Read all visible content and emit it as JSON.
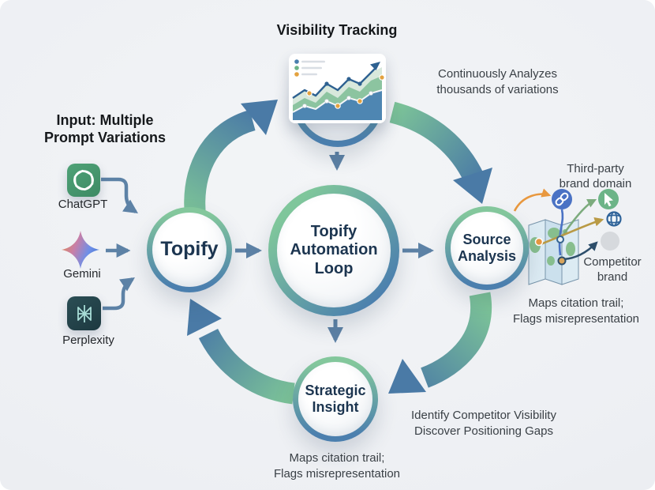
{
  "diagram_title_area": {
    "visibility_title": "Visibility Tracking",
    "visibility_note1": "Continuously Analyzes",
    "visibility_note2": "thousands of variations"
  },
  "input": {
    "title1": "Input: Multiple",
    "title2": "Prompt Variations",
    "sources": [
      {
        "name": "ChatGPT"
      },
      {
        "name": "Gemini"
      },
      {
        "name": "Perplexity"
      }
    ]
  },
  "nodes": {
    "topify": {
      "label": "Topify"
    },
    "loop": {
      "l1": "Topify",
      "l2": "Automation",
      "l3": "Loop"
    },
    "source": {
      "l1": "Source",
      "l2": "Analysis"
    },
    "strategic": {
      "l1": "Strategic",
      "l2": "Insight"
    }
  },
  "map_area": {
    "third_party1": "Third-party",
    "third_party2": "brand domain",
    "competitor1": "Competitor",
    "competitor2": "brand",
    "note1": "Maps citation trail;",
    "note2": "Flags misrepresentation"
  },
  "strategic_area": {
    "note1": "Identify Competitor Visibility",
    "note2": "Discover Positioning Gaps",
    "bottom_note1": "Maps citation trail;",
    "bottom_note2": "Flags misrepresentation"
  },
  "icons": {
    "visibility": "line-chart-card-icon",
    "chatgpt": "chatgpt-logo-icon",
    "gemini": "gemini-star-icon",
    "perplexity": "perplexity-logo-icon",
    "map": "citation-map-icon",
    "link": "link-icon",
    "cursor": "cursor-icon",
    "globe": "globe-icon",
    "competitor_dot": "competitor-dot-icon"
  },
  "colors": {
    "accent_green": "#7CC398",
    "accent_blue": "#4A7AA6",
    "connector_steel": "#5D82A6",
    "node_text": "#1C3550",
    "chatgpt_green": "#4A9C72",
    "perplexity_teal": "#22424A",
    "orange": "#E8983F"
  }
}
